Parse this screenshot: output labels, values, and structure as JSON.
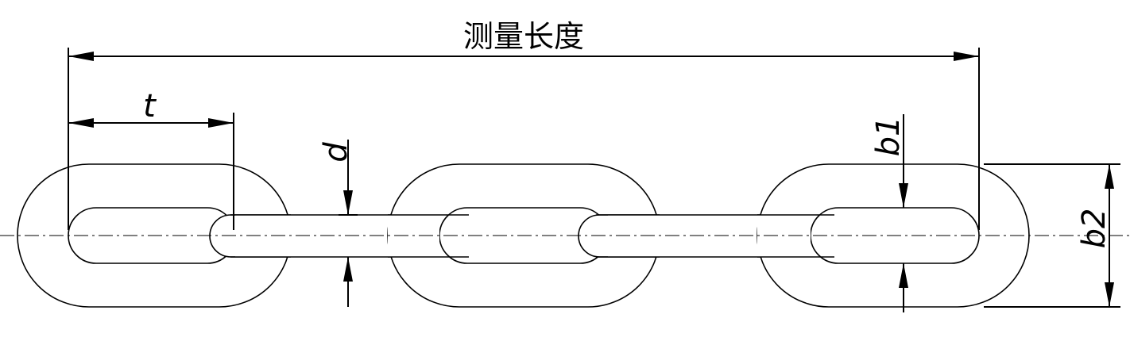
{
  "labels": {
    "measure_length": "测量长度",
    "pitch": "t",
    "diameter": "d",
    "inner_width": "b1",
    "outer_width": "b2"
  }
}
